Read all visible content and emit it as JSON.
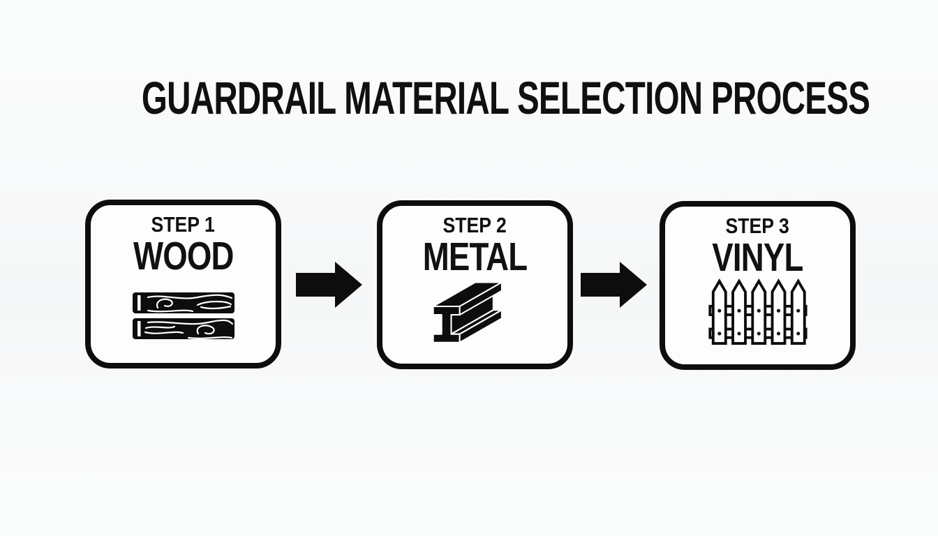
{
  "page": {
    "title": "GUARDRAIL MATERIAL SELECTION PROCESS",
    "background_color": "#f7f8f8"
  },
  "colors": {
    "ink": "#0d0d0d",
    "box_fill": "#fdfdfd",
    "grain_line": "#ffffff"
  },
  "steps": [
    {
      "step_label": "STEP 1",
      "material": "WOOD",
      "icon": "wood-planks-icon"
    },
    {
      "step_label": "STEP 2",
      "material": "METAL",
      "icon": "steel-i-beam-icon"
    },
    {
      "step_label": "STEP 3",
      "material": "VINYL",
      "icon": "picket-fence-icon"
    }
  ],
  "connectors": [
    {
      "icon": "arrow-right-icon",
      "from": "WOOD",
      "to": "METAL"
    },
    {
      "icon": "arrow-right-icon",
      "from": "METAL",
      "to": "VINYL"
    }
  ]
}
